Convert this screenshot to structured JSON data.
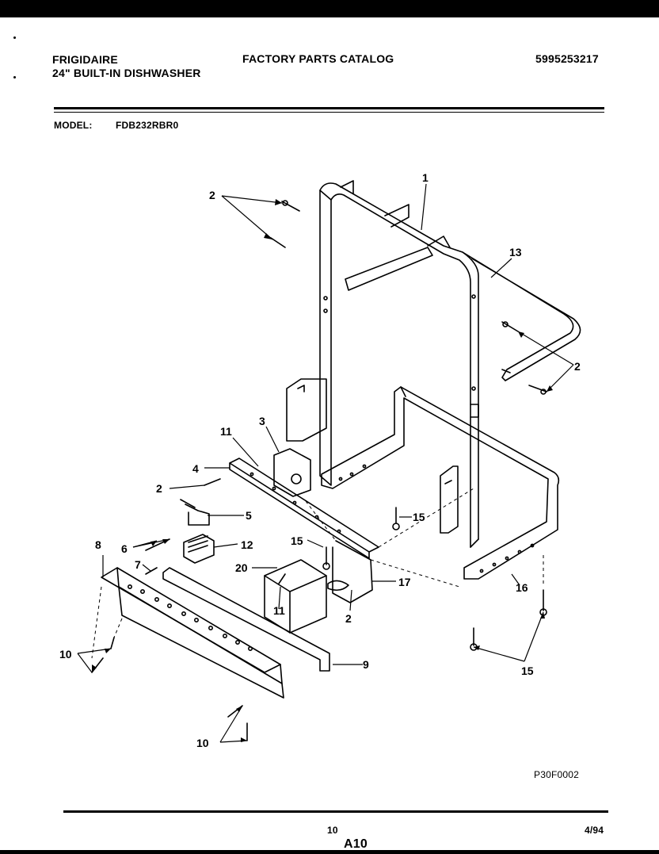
{
  "header": {
    "brand": "FRIGIDAIRE",
    "product": "24\" BUILT-IN DISHWASHER",
    "catalog_title": "FACTORY PARTS CATALOG",
    "catalog_number": "5995253217"
  },
  "model": {
    "label": "MODEL:",
    "value": "FDB232RBR0"
  },
  "diagram": {
    "callouts": [
      "1",
      "2",
      "2",
      "2",
      "2",
      "3",
      "4",
      "5",
      "6",
      "7",
      "8",
      "9",
      "10",
      "10",
      "11",
      "11",
      "12",
      "13",
      "15",
      "15",
      "15",
      "16",
      "17",
      "20"
    ],
    "figure_code": "P30F0002"
  },
  "footer": {
    "page_number": "10",
    "page_code": "A10",
    "date": "4/94"
  }
}
